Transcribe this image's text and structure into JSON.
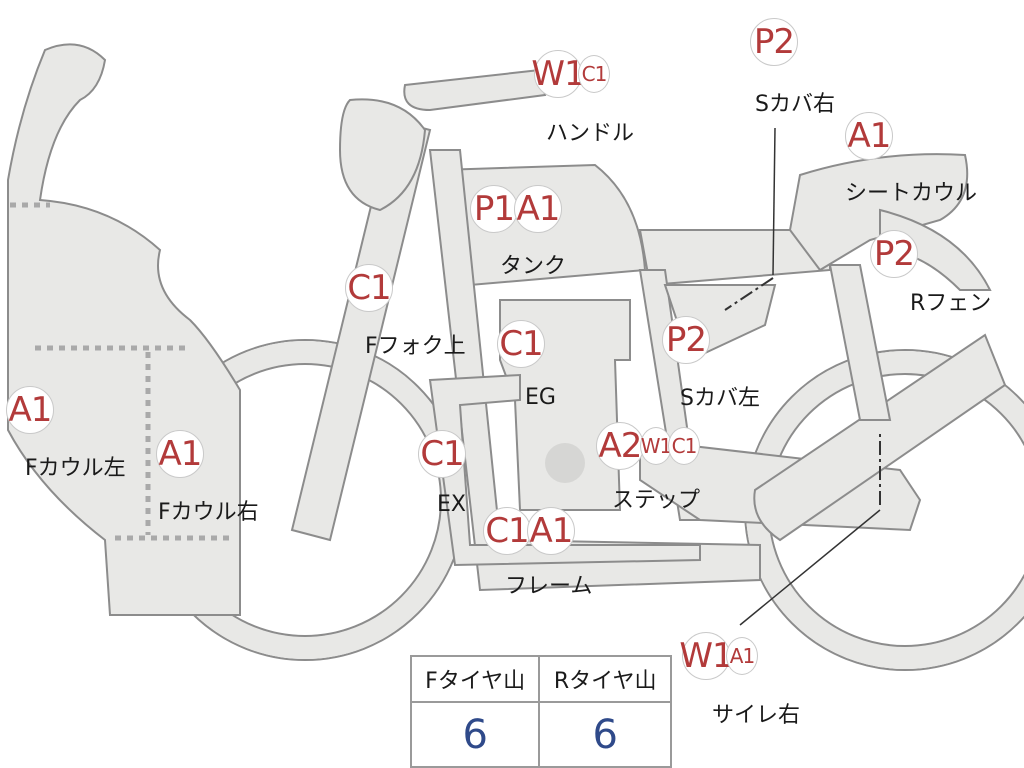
{
  "parts": [
    {
      "id": "handle",
      "label": "ハンドル",
      "codes": [
        "W1"
      ],
      "small_codes": [
        "C1"
      ]
    },
    {
      "id": "seat-cover-right",
      "label": "Sカバ右",
      "codes": [
        "P2"
      ],
      "small_codes": []
    },
    {
      "id": "seat-cowl",
      "label": "シートカウル",
      "codes": [
        "A1"
      ],
      "small_codes": []
    },
    {
      "id": "tank",
      "label": "タンク",
      "codes": [
        "P1",
        "A1"
      ],
      "small_codes": []
    },
    {
      "id": "rear-fender",
      "label": "Rフェン",
      "codes": [
        "P2"
      ],
      "small_codes": []
    },
    {
      "id": "front-fork-upper",
      "label": "Fフォク上",
      "codes": [
        "C1"
      ],
      "small_codes": []
    },
    {
      "id": "engine",
      "label": "EG",
      "codes": [
        "C1"
      ],
      "small_codes": []
    },
    {
      "id": "seat-cover-left",
      "label": "Sカバ左",
      "codes": [
        "P2"
      ],
      "small_codes": []
    },
    {
      "id": "front-cowl-left",
      "label": "Fカウル左",
      "codes": [
        "A1"
      ],
      "small_codes": []
    },
    {
      "id": "front-cowl-right",
      "label": "Fカウル右",
      "codes": [
        "A1"
      ],
      "small_codes": []
    },
    {
      "id": "exhaust",
      "label": "EX",
      "codes": [
        "C1"
      ],
      "small_codes": []
    },
    {
      "id": "step",
      "label": "ステップ",
      "codes": [
        "A2"
      ],
      "small_codes": [
        "W1",
        "C1"
      ]
    },
    {
      "id": "frame",
      "label": "フレーム",
      "codes": [
        "C1",
        "A1"
      ],
      "small_codes": []
    },
    {
      "id": "muffler-right",
      "label": "サイレ右",
      "codes": [
        "W1"
      ],
      "small_codes": [
        "A1"
      ]
    }
  ],
  "tire_table": {
    "headers": [
      "Fタイヤ山",
      "Rタイヤ山"
    ],
    "values": [
      "6",
      "6"
    ]
  },
  "colors": {
    "code_text": "#b23a3a",
    "tire_value_text": "#2f4a8a",
    "part_fill": "#e8e8e6"
  }
}
